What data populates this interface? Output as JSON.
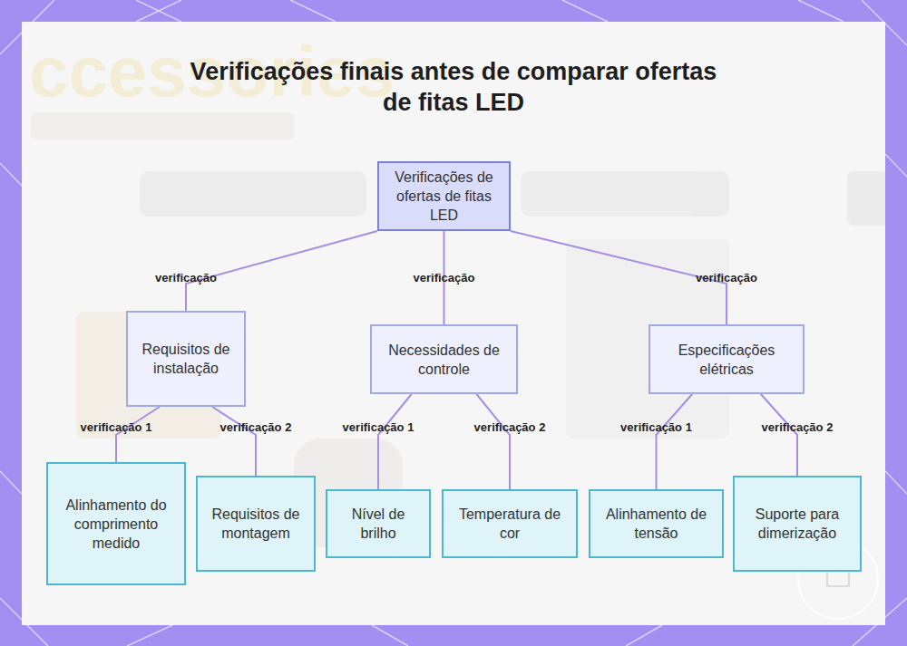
{
  "diagram": {
    "title": "Verificações finais antes de comparar ofertas de fitas LED",
    "nodes": [
      {
        "text": [
          "Verificações de ofertas de fitas LED"
        ]
      },
      {
        "text": [
          "Requisitos de instalação"
        ]
      },
      {
        "text": [
          "Necessidades de controle"
        ]
      },
      {
        "text": [
          "Especificações elétricas"
        ]
      },
      {
        "text": [
          "Alinhamento do comprimento medido"
        ]
      },
      {
        "text": [
          "Requisitos de montagem"
        ]
      },
      {
        "text": [
          "Nível de brilho"
        ]
      },
      {
        "text": [
          "Temperatura de cor"
        ]
      },
      {
        "text": [
          "Alinhamento de tensão"
        ]
      },
      {
        "text": [
          "Suporte para dimerização"
        ]
      }
    ],
    "edges": [
      {
        "from": 0,
        "to": 1,
        "label": "verificação",
        "arrow": "none"
      },
      {
        "from": 0,
        "to": 2,
        "label": "verificação",
        "arrow": "none"
      },
      {
        "from": 0,
        "to": 3,
        "label": "verificação",
        "arrow": "none"
      },
      {
        "from": 1,
        "to": 4,
        "label": "verificação 1",
        "arrow": "none"
      },
      {
        "from": 1,
        "to": 5,
        "label": "verificação 2",
        "arrow": "none"
      },
      {
        "from": 2,
        "to": 6,
        "label": "verificação 1",
        "arrow": "none"
      },
      {
        "from": 2,
        "to": 7,
        "label": "verificação 2",
        "arrow": "none"
      },
      {
        "from": 3,
        "to": 8,
        "label": "verificação 1",
        "arrow": "none"
      },
      {
        "from": 3,
        "to": 9,
        "label": "verificação 2",
        "arrow": "none"
      }
    ],
    "labels": [
      "ccessories"
    ]
  }
}
